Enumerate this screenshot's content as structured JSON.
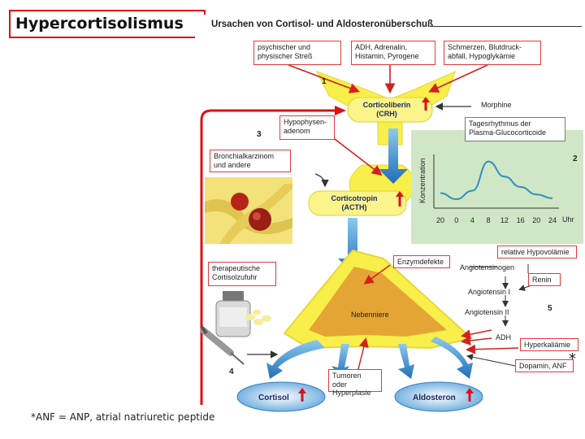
{
  "slide": {
    "title": "Hypercortisolismus",
    "footnote": "*ANF = ANP, atrial natriuretic peptide",
    "star": "*"
  },
  "figure": {
    "title": "Ursachen von Cortisol- und Aldosteronüberschuß",
    "boxes": {
      "stress": "psychischer und\nphysischer Streß",
      "adh_top": "ADH, Adrenalin,\nHistamin, Pyrogene",
      "pain": "Schmerzen, Blutdruck-\nabfall, Hypoglykämie",
      "adenoma": "Hypophysen-\nadenom",
      "bronchial": "Bronchialkarzinom\nund andere",
      "therapy": "therapeutische\nCortisolzufuhr",
      "enzyme": "Enzymdefekte",
      "hypovolemia": "relative Hypovolämie",
      "renin": "Renin",
      "hyperkalemia": "Hyperkaliämie",
      "dopamine": "Dopamin, ANF",
      "tumor": "Tumoren oder\nHyperplasie"
    },
    "labels": {
      "morphine": "Morphine",
      "angiotensinogen": "Angiotensinogen",
      "angiotensin1": "Angiotensin I",
      "angiotensin2": "Angiotensin II",
      "adh_low": "ADH",
      "nebenniere": "Nebenniere",
      "crh_line1": "Corticoliberin",
      "crh_line2": "(CRH)",
      "acth_line1": "Corticotropin",
      "acth_line2": "(ACTH)",
      "cortisol": "Cortisol",
      "aldosterone": "Aldosteron"
    },
    "numbers": [
      "1",
      "2",
      "3",
      "4",
      "5"
    ]
  },
  "chart_data": {
    "type": "line",
    "title": "Tagesrhythmus der\nPlasma-Glucocorticoide",
    "ylabel": "Konzentration",
    "xlabel": "",
    "x_ticks": [
      "20",
      "0",
      "4",
      "8",
      "12",
      "16",
      "20",
      "24"
    ],
    "x_unit": "Uhr",
    "series": [
      {
        "values": [
          {
            "x": "20",
            "y": 0.25
          },
          {
            "x": "0",
            "y": 0.12
          },
          {
            "x": "4",
            "y": 0.3
          },
          {
            "x": "8",
            "y": 0.92
          },
          {
            "x": "12",
            "y": 0.6
          },
          {
            "x": "16",
            "y": 0.38
          },
          {
            "x": "20",
            "y": 0.22
          },
          {
            "x": "24",
            "y": 0.14
          }
        ]
      }
    ],
    "colors": {
      "line": "#2f8fc0",
      "background": "#cfe7c6"
    }
  },
  "colors": {
    "accent_red": "#e01010",
    "hormone_yellow": "#f8ef4a",
    "arrow_blue": "#2b7fc4",
    "gland_orange": "#e5a534"
  }
}
